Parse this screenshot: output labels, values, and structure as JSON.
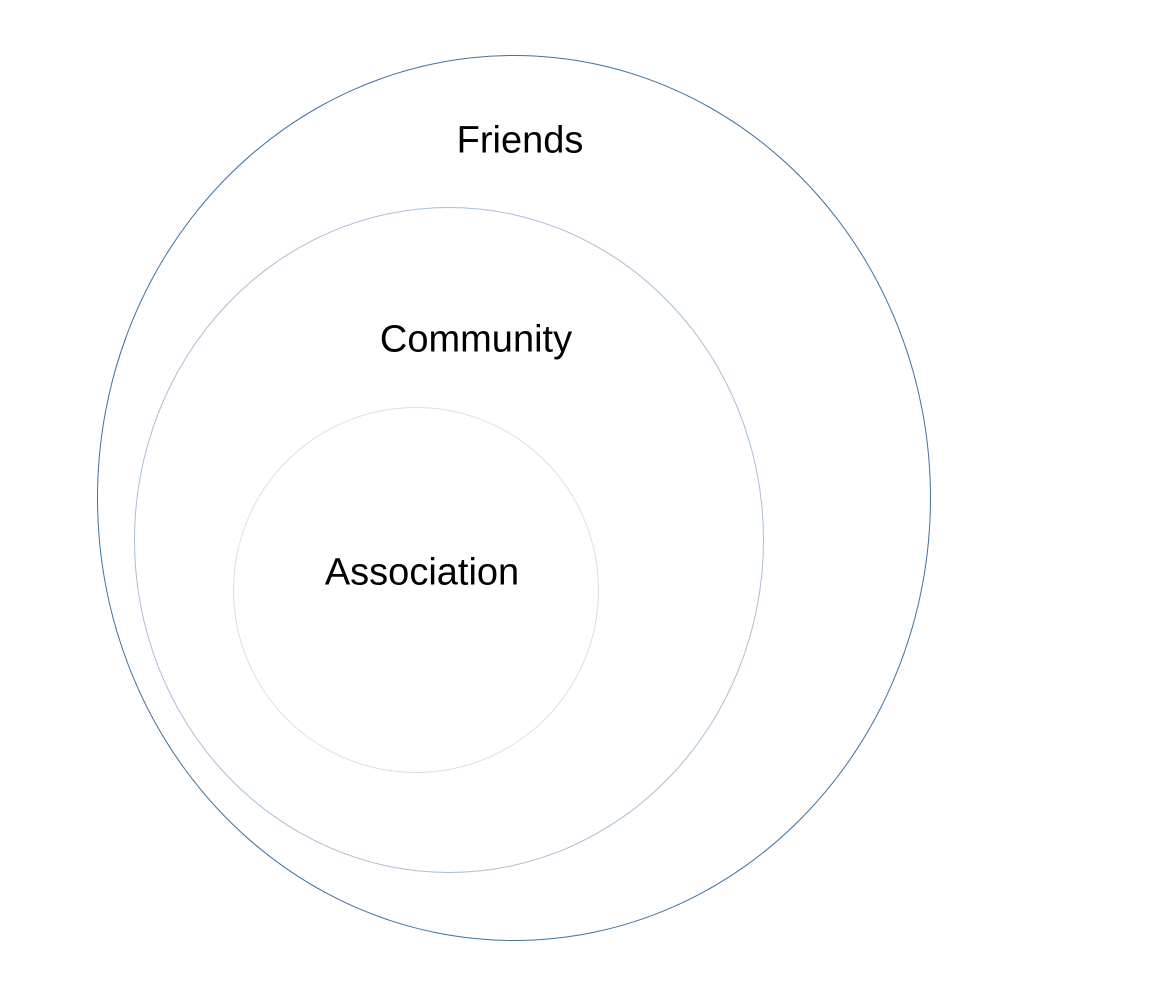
{
  "diagram": {
    "type": "nested-circles",
    "background_color": "#FFFFFF",
    "text_color": "#000000",
    "rings": [
      {
        "label": "Friends",
        "stroke_color": "#41719C"
      },
      {
        "label": "Community",
        "stroke_color": "#A9BDD8"
      },
      {
        "label": "Association",
        "stroke_color": "#D9DEEA"
      }
    ]
  }
}
